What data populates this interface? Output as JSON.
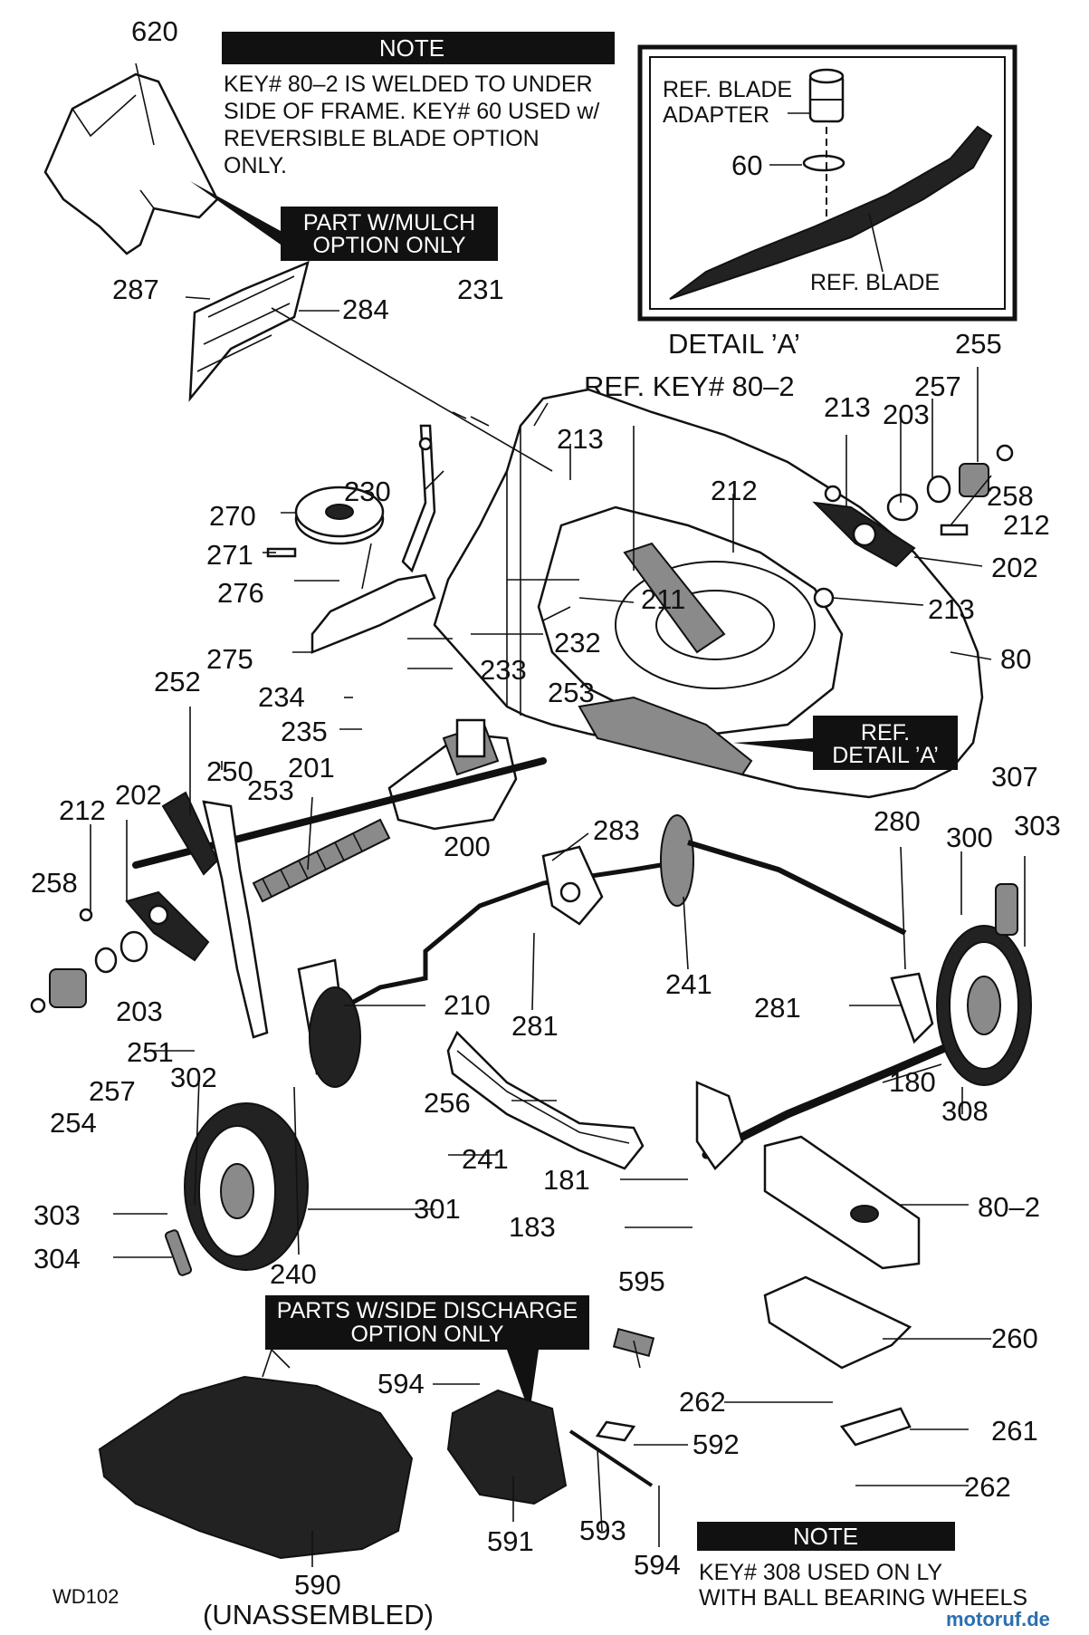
{
  "diagram_code": "WD102",
  "watermark": "motoruf.de",
  "notes": {
    "top": {
      "heading": "NOTE",
      "lines": [
        "KEY# 80–2 IS WELDED TO UNDER",
        "SIDE OF FRAME. KEY# 60 USED w/",
        "REVERSIBLE BLADE OPTION",
        "ONLY."
      ]
    },
    "bottom": {
      "heading": "NOTE",
      "lines": [
        "KEY# 308 USED ON LY",
        "WITH BALL BEARING WHEELS"
      ]
    }
  },
  "callouts": {
    "mulch": [
      "PART W/MULCH",
      "OPTION ONLY"
    ],
    "side_discharge": [
      "PARTS W/SIDE DISCHARGE",
      "OPTION ONLY"
    ],
    "ref_detail": [
      "REF.",
      "DETAIL ’A’"
    ]
  },
  "detail_a": {
    "title": "DETAIL ’A’",
    "adapter_label": [
      "REF. BLADE",
      "ADAPTER"
    ],
    "blade_label": "REF. BLADE",
    "key_label": "60"
  },
  "ref_key_label": "REF. KEY# 80–2",
  "unassembled_label": "(UNASSEMBLED)",
  "part_labels": [
    "620",
    "287",
    "284",
    "231",
    "230",
    "270",
    "271",
    "276",
    "275",
    "252",
    "234",
    "235",
    "250",
    "253",
    "201",
    "212",
    "202",
    "258",
    "203",
    "257",
    "254",
    "251",
    "302",
    "303",
    "304",
    "240",
    "241",
    "301",
    "210",
    "256",
    "281",
    "283",
    "200",
    "232",
    "233",
    "253",
    "211",
    "213",
    "212",
    "213",
    "203",
    "257",
    "255",
    "258",
    "212",
    "202",
    "213",
    "80",
    "307",
    "300",
    "303",
    "280",
    "281",
    "180",
    "308",
    "181",
    "183",
    "80–2",
    "260",
    "262",
    "261",
    "262",
    "595",
    "594",
    "592",
    "593",
    "594",
    "591",
    "590",
    "241"
  ]
}
